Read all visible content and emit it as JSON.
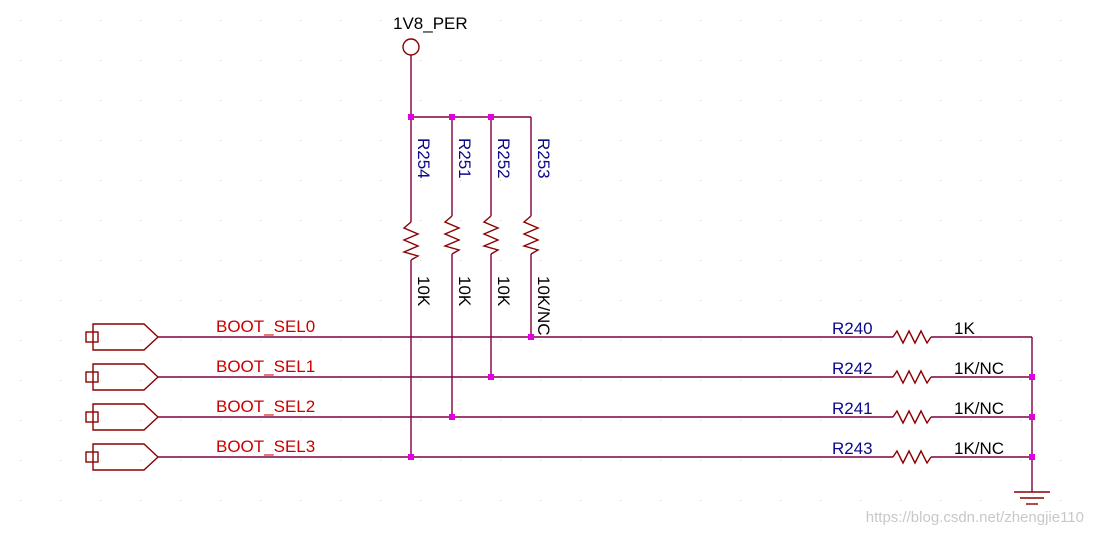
{
  "power": {
    "net_label": "1V8_PER"
  },
  "pullups": [
    {
      "ref": "R254",
      "value": "10K"
    },
    {
      "ref": "R251",
      "value": "10K"
    },
    {
      "ref": "R252",
      "value": "10K"
    },
    {
      "ref": "R253",
      "value": "10K/NC"
    }
  ],
  "boot_nets": [
    {
      "net": "BOOT_SEL0",
      "ref": "R240",
      "value": "1K"
    },
    {
      "net": "BOOT_SEL1",
      "ref": "R242",
      "value": "1K/NC"
    },
    {
      "net": "BOOT_SEL2",
      "ref": "R241",
      "value": "1K/NC"
    },
    {
      "net": "BOOT_SEL3",
      "ref": "R243",
      "value": "1K/NC"
    }
  ],
  "watermark": "https://blog.csdn.net/zhengjie110",
  "colors": {
    "wire": "#800040",
    "junction": "#e000e0",
    "ref_label": "#0a0a8a",
    "net_label": "#cc0000"
  }
}
